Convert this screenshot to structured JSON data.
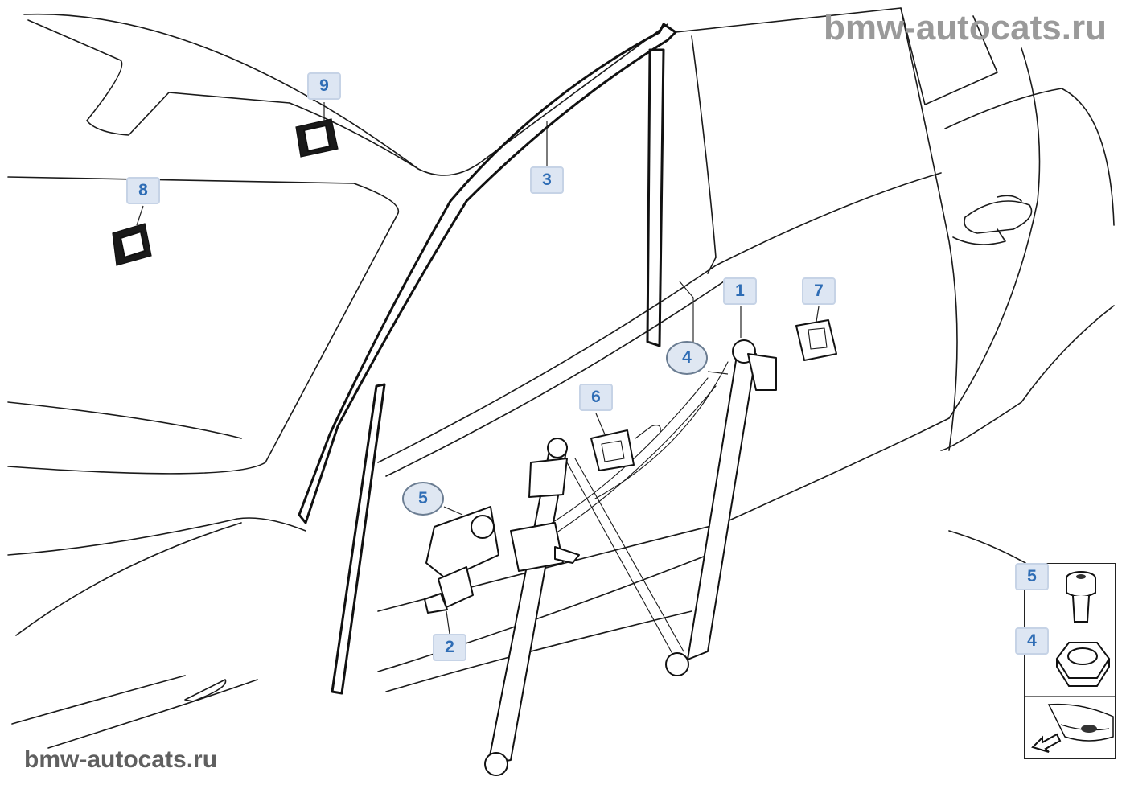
{
  "diagram": {
    "title": "Front door window regulator",
    "watermark_top": "bmw-autocats.ru",
    "watermark_bottom": "bmw-autocats.ru",
    "callouts": {
      "c1": "1",
      "c2": "2",
      "c3": "3",
      "c4": "4",
      "c5": "5",
      "c6": "6",
      "c7": "7",
      "c8": "8",
      "c9": "9",
      "inset_c5": "5",
      "inset_c4": "4"
    }
  }
}
